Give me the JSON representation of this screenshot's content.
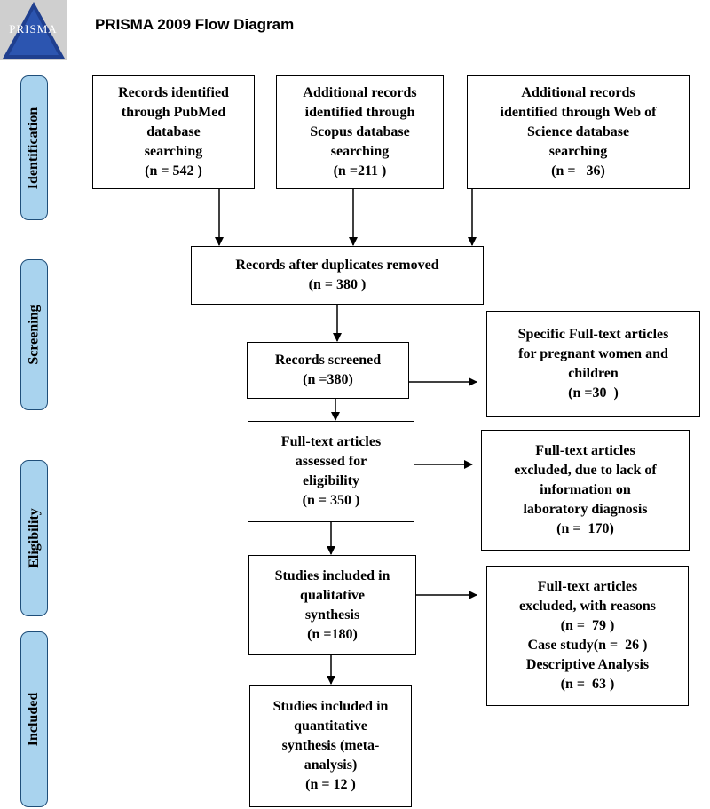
{
  "header": {
    "title": "PRISMA 2009 Flow Diagram",
    "logo_text": "PRISMA"
  },
  "stages": {
    "identification": "Identification",
    "screening": "Screening",
    "eligibility": "Eligibility",
    "included": "Included"
  },
  "boxes": {
    "pubmed": [
      "Records identified",
      "through PubMed",
      "database",
      "searching",
      "(n = 542 )"
    ],
    "scopus": [
      "Additional records",
      "identified through",
      "Scopus database",
      "searching",
      "(n =211 )"
    ],
    "wos": [
      "Additional records",
      "identified through Web of",
      "Science database",
      "searching",
      "(n =   36)"
    ],
    "duplicates": [
      "Records after duplicates removed",
      "(n = 380 )"
    ],
    "screened": [
      "Records screened",
      "(n =380)"
    ],
    "pregnant": [
      "Specific Full-text articles",
      "for pregnant women and",
      "children",
      "(n =30  )"
    ],
    "fulltext": [
      "Full-text articles",
      "assessed for",
      "eligibility",
      "(n = 350 )"
    ],
    "lab_excluded": [
      "Full-text articles",
      "excluded, due to lack of",
      "information on",
      "laboratory diagnosis",
      "(n =  170)"
    ],
    "qualitative": [
      "Studies included in",
      "qualitative",
      "synthesis",
      "(n =180)"
    ],
    "reasons_excluded": [
      "Full-text articles",
      "excluded, with reasons",
      "(n =  79 )",
      "Case study(n =  26 )",
      "Descriptive Analysis",
      "(n =  63 )"
    ],
    "quantitative": [
      "Studies included in",
      "quantitative",
      "synthesis (meta-",
      "analysis)",
      "(n = 12 )"
    ]
  },
  "colors": {
    "stage_fill": "#a9d3ee",
    "stage_border": "#1f4e79",
    "logo_bg": "#cfcfcf",
    "logo_dark": "#1f3f8f"
  }
}
